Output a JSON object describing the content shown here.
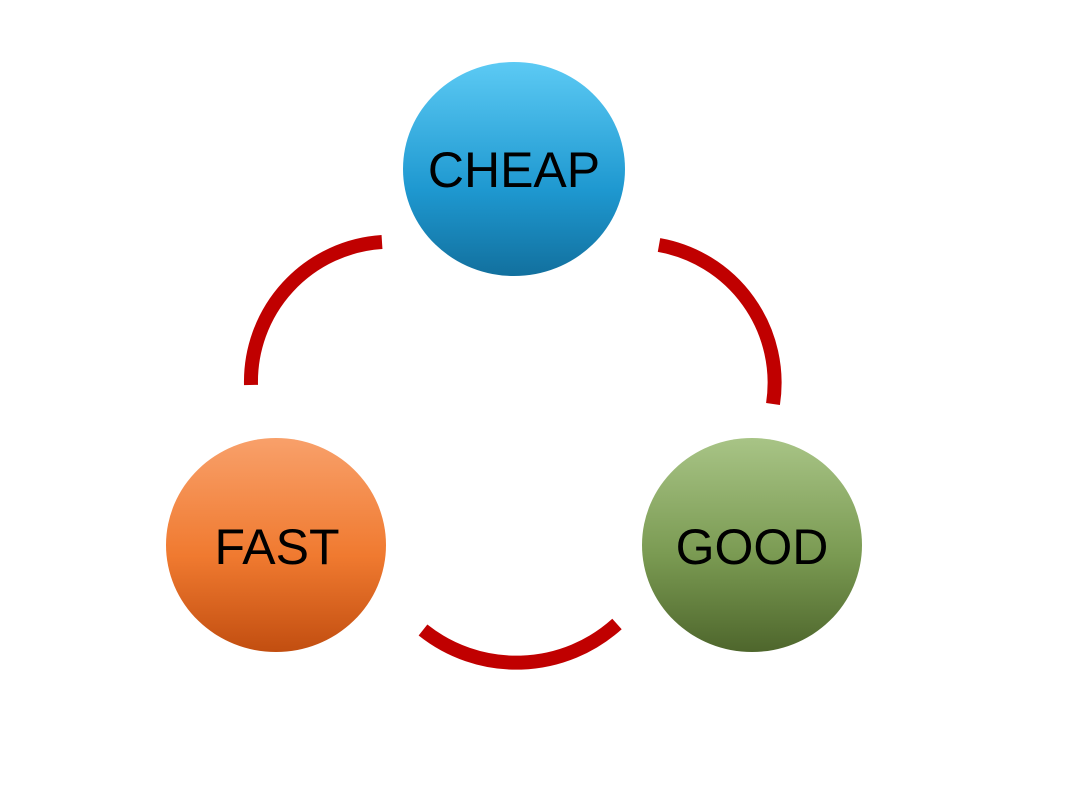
{
  "nodes": [
    {
      "label": "CHEAP",
      "color_top": "#5ccaf4",
      "color_bottom": "#1478a8"
    },
    {
      "label": "FAST",
      "color_top": "#f8a06a",
      "color_bottom": "#c8500f"
    },
    {
      "label": "GOOD",
      "color_top": "#a8c486",
      "color_bottom": "#50682e"
    }
  ],
  "connector_color": "#c00000"
}
